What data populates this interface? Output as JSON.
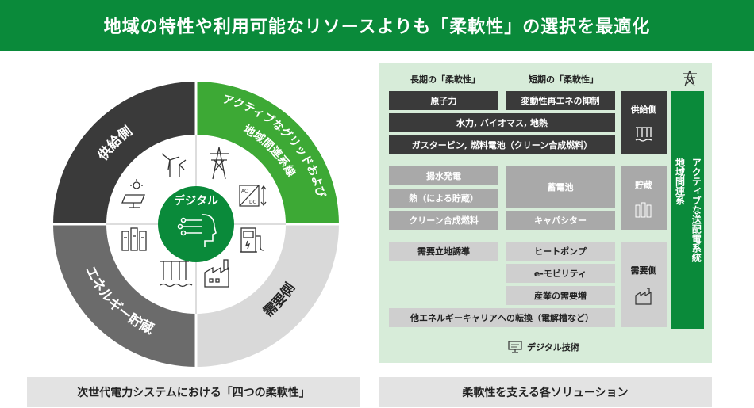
{
  "title": "地域の特性や利用可能なリソースよりも「柔軟性」の選択を最適化",
  "wheel": {
    "outer": {
      "supply": "供給側",
      "grid": "アクティブなグリッドおよび地域間連系線",
      "demand": "需要側",
      "storage": "エネルギー貯蔵"
    },
    "center": "デジタル",
    "icons": [
      "wind-turbine-icon",
      "solar-panel-icon",
      "transmission-tower-icon",
      "ac-dc-converter-icon",
      "ev-charger-icon",
      "factory-icon",
      "battery-bank-icon",
      "hydro-dam-icon"
    ]
  },
  "caption_left": "次世代電力システムにおける「四つの柔軟性」",
  "caption_right": "柔軟性を支える各ソリューション",
  "solutions": {
    "header_long": "長期の「柔軟性」",
    "header_short": "短期の「柔軟性」",
    "supply": {
      "label": "供給側",
      "rows": [
        "原子力",
        "変動性再エネの抑制",
        "水力, バイオマス, 地熱",
        "ガスタービン, 燃料電池（クリーン合成燃料）"
      ]
    },
    "storage": {
      "label": "貯蔵",
      "rows": [
        "揚水発電",
        "熱（による貯蔵）",
        "クリーン合成燃料",
        "蓄電池",
        "キャパシター"
      ]
    },
    "demand": {
      "label": "需要側",
      "rows": [
        "需要立地誘導",
        "ヒートポンプ",
        "e-モビリティ",
        "産業の需要増",
        "他エネルギーキャリアへの転換（電解槽など）"
      ]
    },
    "grid_bar": {
      "line1": "アクティブな送配電系統",
      "line2": "地域間連系"
    },
    "digital_tech": "デジタル技術"
  },
  "colors": {
    "green": "#0a8a3a",
    "dark": "#3a3a3a",
    "mid_gray": "#6b6b6b",
    "light_gray": "#d9d9d9",
    "panel_green": "#d7ecd9"
  }
}
